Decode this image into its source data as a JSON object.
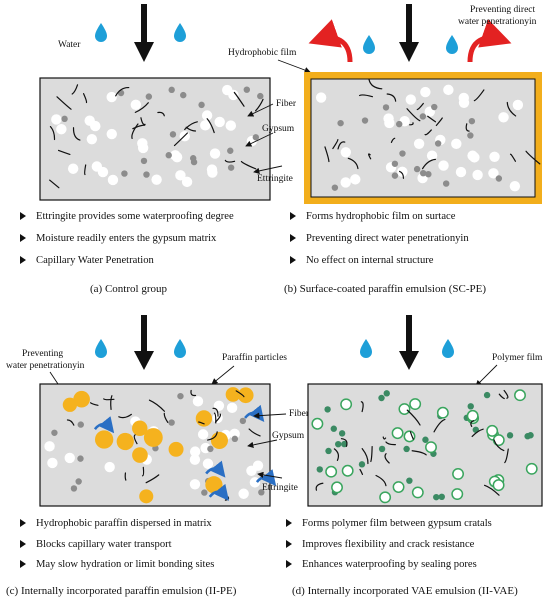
{
  "panel_a": {
    "water_label": "Water",
    "fiber_label": "Fiber",
    "gypsum_label": "Gypsum",
    "ettringite_label": "Ettringite",
    "bullets": [
      "Ettringite provides some waterproofing degree",
      "Moisture readily enters the gypsum matrix",
      "Capillary Water Penetration"
    ],
    "caption": "(a) Control group"
  },
  "panel_b": {
    "film_label": "Hydrophobic film",
    "prevent_label_1": "Preventing direct",
    "prevent_label_2": "water penetrationyin",
    "bullets": [
      "Forms hydrophobic film on surtace",
      "Preventing direct water penetrationyin",
      "No effect on internal structure"
    ],
    "caption": "(b)  Surface-coated paraffin emulsion (SC-PE)"
  },
  "panel_c": {
    "prevent_label_1": "Preventing",
    "prevent_label_2": "water penetrationyin",
    "paraffin_label": "Paraffin particles",
    "fiber_label": "Fiber",
    "gypsum_label": "Gypsum",
    "ettringite_label": "Ettringite",
    "bullets": [
      "Hydrophobic paraffin dispersed in matrix",
      "Blocks capillary water transport",
      "May slow hydration or limit bonding sites"
    ],
    "caption": "(c) Internally incorporated paraffin emulsion (II-PE)"
  },
  "panel_d": {
    "polymer_label": "Polymer film",
    "bullets": [
      "Forms polymer film between gypsum cratals",
      "Improves flexibility and crack resistance",
      "Enhances waterproofing by sealing pores"
    ],
    "caption": "(d)  Internally incorporated VAE emulsion (II-VAE)"
  },
  "colors": {
    "matrix": "#dcdcdc",
    "ettringite": "#8c8c8c",
    "water_drop": "#1e9fd8",
    "hydrophobic_film": "#f2ae1c",
    "paraffin": "#f5b21e",
    "deflect_arrow": "#e32222",
    "blue_arrow": "#2a6fc4",
    "polymer": "#3aa55e",
    "polymer_dot": "#3b8a63"
  }
}
